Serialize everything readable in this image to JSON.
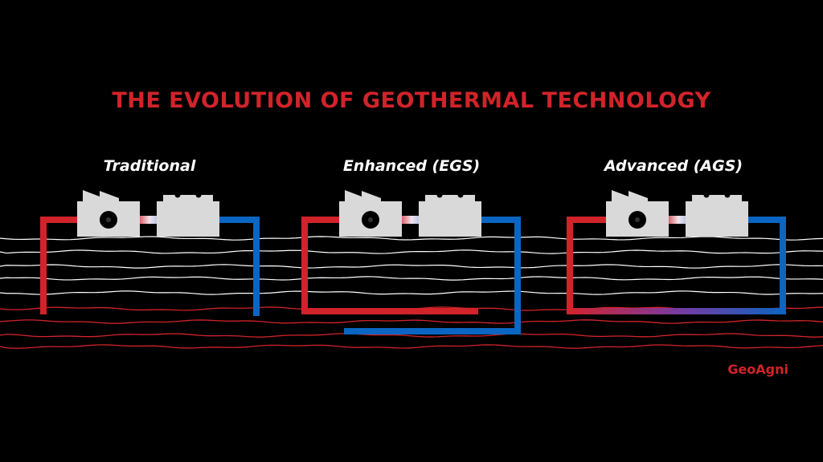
{
  "title": "THE EVOLUTION OF GEOTHERMAL TECHNOLOGY",
  "systems": [
    {
      "label": "Traditional"
    },
    {
      "label": "Enhanced (EGS)"
    },
    {
      "label": "Advanced (AGS)"
    }
  ],
  "brand": "GeoAgni",
  "colors": {
    "background": "#000000",
    "title": "#d2232a",
    "hot_pipe": "#d2232a",
    "cold_pipe": "#0a66c2",
    "equipment": "#d9d9d9",
    "label": "#ffffff",
    "cool_strata": "#ffffff",
    "hot_strata": "#d2232a",
    "brand": "#d2232a"
  },
  "icons": {
    "power_plant": "factory-building-icon",
    "heat_exchanger": "heat-exchanger-icon"
  }
}
